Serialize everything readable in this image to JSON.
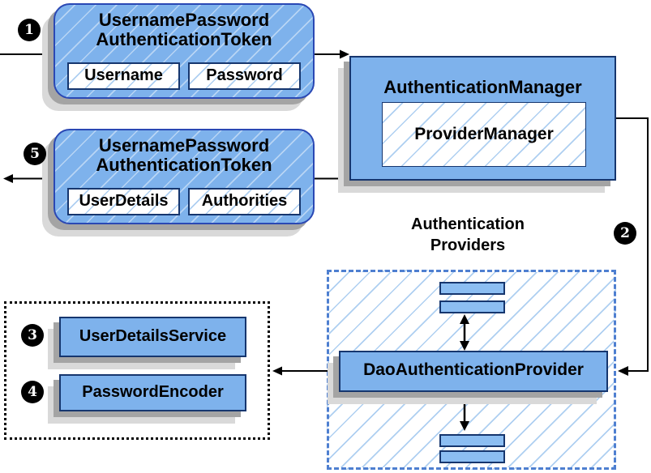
{
  "diagram": {
    "steps": [
      "1",
      "2",
      "3",
      "4",
      "5"
    ],
    "token_request": {
      "title_line1": "UsernamePassword",
      "title_line2": "AuthenticationToken",
      "fields": [
        "Username",
        "Password"
      ]
    },
    "authentication_manager": {
      "title": "AuthenticationManager",
      "inner": "ProviderManager"
    },
    "token_response": {
      "title_line1": "UsernamePassword",
      "title_line2": "AuthenticationToken",
      "fields": [
        "UserDetails",
        "Authorities"
      ]
    },
    "authentication_providers": {
      "heading_line1": "Authentication",
      "heading_line2": "Providers",
      "provider": "DaoAuthenticationProvider"
    },
    "dependencies": [
      "UserDetailsService",
      "PasswordEncoder"
    ],
    "colors": {
      "box_fill": "#7eb2ec",
      "rounded_box_border": "#2a48b4",
      "rect_box_border": "#16366e",
      "hatch_line": "#aecff1",
      "dashed_group_border": "#4e7fd0",
      "dotted_group_border": "#000000",
      "shadow_dark": "#a4a4a4",
      "shadow_light": "#d9d9d9",
      "connector": "#000000",
      "step_badge": "#000000"
    }
  }
}
